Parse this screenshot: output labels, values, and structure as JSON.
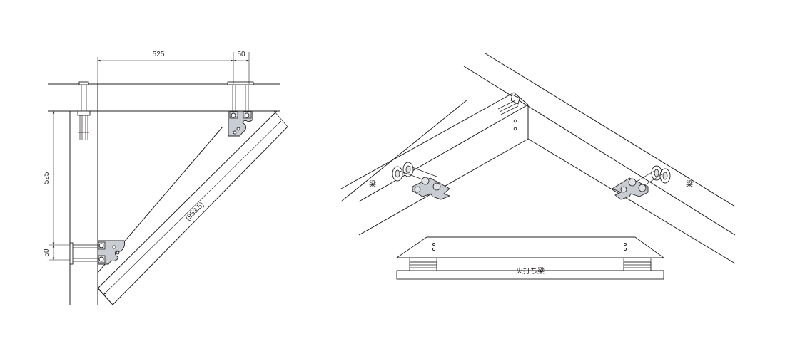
{
  "left_drawing": {
    "dim_top_span": "525",
    "dim_top_small": "50",
    "dim_side_span": "525",
    "dim_side_small": "50",
    "dim_diagonal": "(953.5)"
  },
  "right_drawing": {
    "label_beam_left": "梁",
    "label_beam_right": "梁",
    "label_brace": "火打ち梁"
  }
}
